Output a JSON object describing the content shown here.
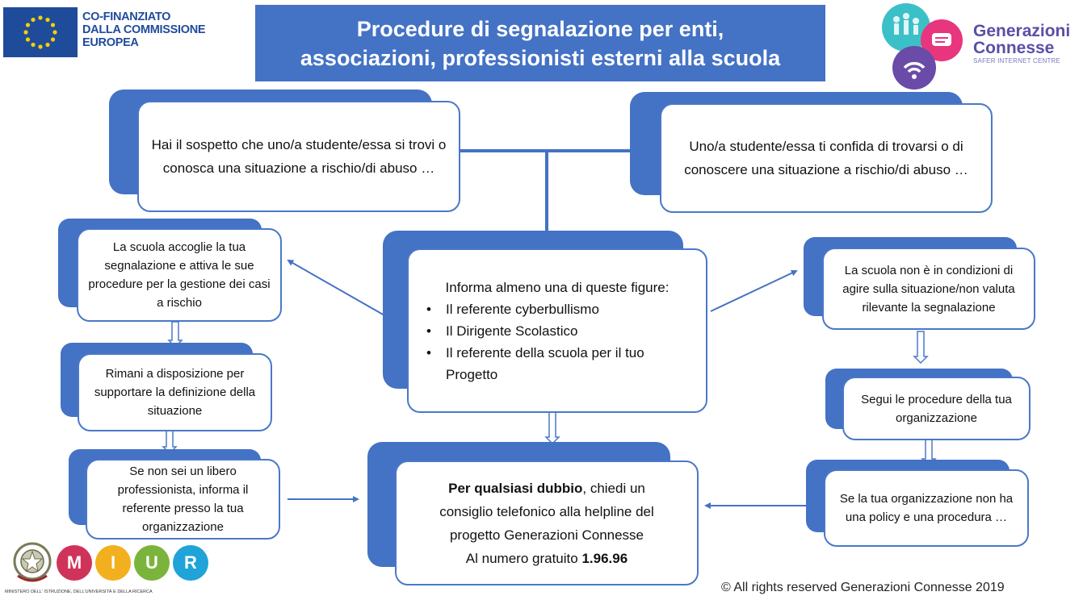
{
  "header": {
    "eu_lines": [
      "CO-FINANZIATO",
      "DALLA COMMISSIONE",
      "EUROPEA"
    ],
    "title_lines": [
      "Procedure di segnalazione per enti,",
      "associazioni, professionisti esterni alla scuola"
    ],
    "brand_name_lines": [
      "Generazioni",
      "Connesse"
    ],
    "brand_subtitle": "SAFER INTERNET CENTRE"
  },
  "diagram": {
    "top_left": "Hai il sospetto che uno/a studente/essa si trovi o conosca una situazione a rischio/di abuso …",
    "top_right": "Uno/a studente/essa ti confida di trovarsi o di conoscere una situazione a rischio/di abuso …",
    "center": {
      "heading": "Informa almeno una di queste figure:",
      "items": [
        "Il referente cyberbullismo",
        "Il Dirigente Scolastico",
        "Il referente della scuola per il tuo Progetto"
      ]
    },
    "left": [
      "La scuola accoglie la tua segnalazione e attiva le sue procedure per la gestione dei casi a rischio",
      "Rimani a disposizione per supportare la definizione della situazione",
      "Se non sei un libero professionista, informa il referente presso la tua organizzazione"
    ],
    "right": [
      "La scuola non è in condizioni di agire sulla situazione/non valuta rilevante la segnalazione",
      "Segui le procedure della tua organizzazione",
      "Se la tua organizzazione non ha una policy e una procedura …"
    ],
    "bottom": {
      "bold_lead": "Per qualsiasi dubbio",
      "line1_rest": ", chiedi un",
      "line2": "consiglio telefonico alla helpline  del",
      "line3": "progetto Generazioni Connesse",
      "line4_lead": "Al numero gratuito ",
      "phone": "1.96.96"
    }
  },
  "footer": {
    "miur_letters": [
      "M",
      "I",
      "U",
      "R"
    ],
    "ministry": "MINISTERO DELL' ISTRUZIONE, DELL'UNIVERSITÀ E DELLA RICERCA",
    "copyright": "© All rights reserved Generazioni Connesse  2019"
  },
  "colors": {
    "accent_blue": "#4472c4",
    "eu_blue": "#1f4b9b",
    "brand_purple": "#5a4fa6"
  }
}
